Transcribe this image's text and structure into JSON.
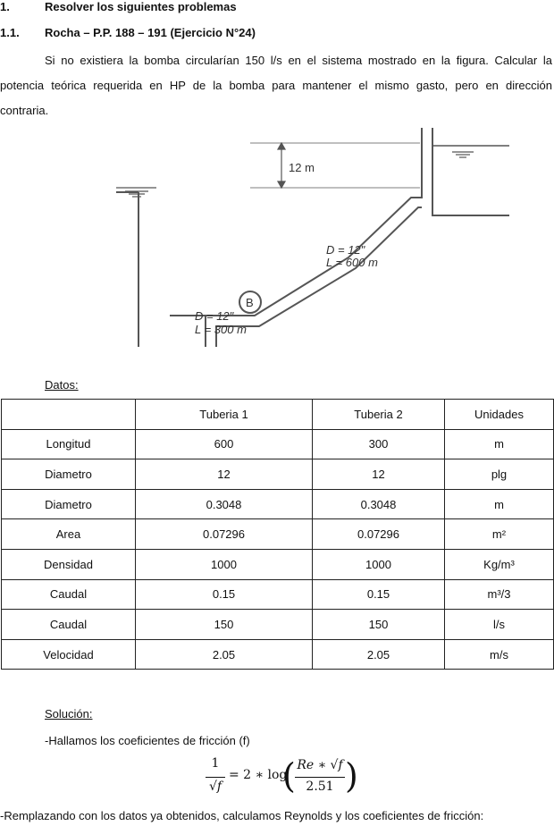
{
  "heading": {
    "num": "1.",
    "text": "Resolver los siguientes problemas"
  },
  "subheading": {
    "num": "1.1.",
    "text": "Rocha – P.P. 188 – 191 (Ejercicio N°24)"
  },
  "problem": {
    "line1": "Si no existiera la bomba circularían 150 l/s en el sistema mostrado en la figura. Calcular la",
    "line2": "potencia teórica requerida en HP de la bomba para mantener el mismo gasto, pero en dirección",
    "line3": "contraria."
  },
  "figure": {
    "height_label": "12 m",
    "pump_label": "B",
    "pipe_upper_d": "D = 12\"",
    "pipe_upper_l": "L = 600 m",
    "pipe_lower_d": "D = 12\"",
    "pipe_lower_l": "L = 300 m"
  },
  "datos_label": "Datos:",
  "table": {
    "headers": [
      "",
      "Tuberia 1",
      "Tuberia 2",
      "Unidades"
    ],
    "rows": [
      [
        "Longitud",
        "600",
        "300",
        "m"
      ],
      [
        "Diametro",
        "12",
        "12",
        "plg"
      ],
      [
        "Diametro",
        "0.3048",
        "0.3048",
        "m"
      ],
      [
        "Area",
        "0.07296",
        "0.07296",
        "m²"
      ],
      [
        "Densidad",
        "1000",
        "1000",
        "Kg/m³"
      ],
      [
        "Caudal",
        "0.15",
        "0.15",
        "m³/3"
      ],
      [
        "Caudal",
        "150",
        "150",
        "l/s"
      ],
      [
        "Velocidad",
        "2.05",
        "2.05",
        "m/s"
      ]
    ]
  },
  "solucion_label": "Solución:",
  "step1": "-Hallamos los coeficientes de fricción (f)",
  "formula": {
    "lhs_num": "1",
    "lhs_den": "√f",
    "eq": "= 2 ∗ log",
    "rhs_num": "Re ∗ √f",
    "rhs_den": "2.51"
  },
  "step2": "-Remplazando con los datos ya obtenidos, calculamos Reynolds y los coeficientes de fricción:"
}
